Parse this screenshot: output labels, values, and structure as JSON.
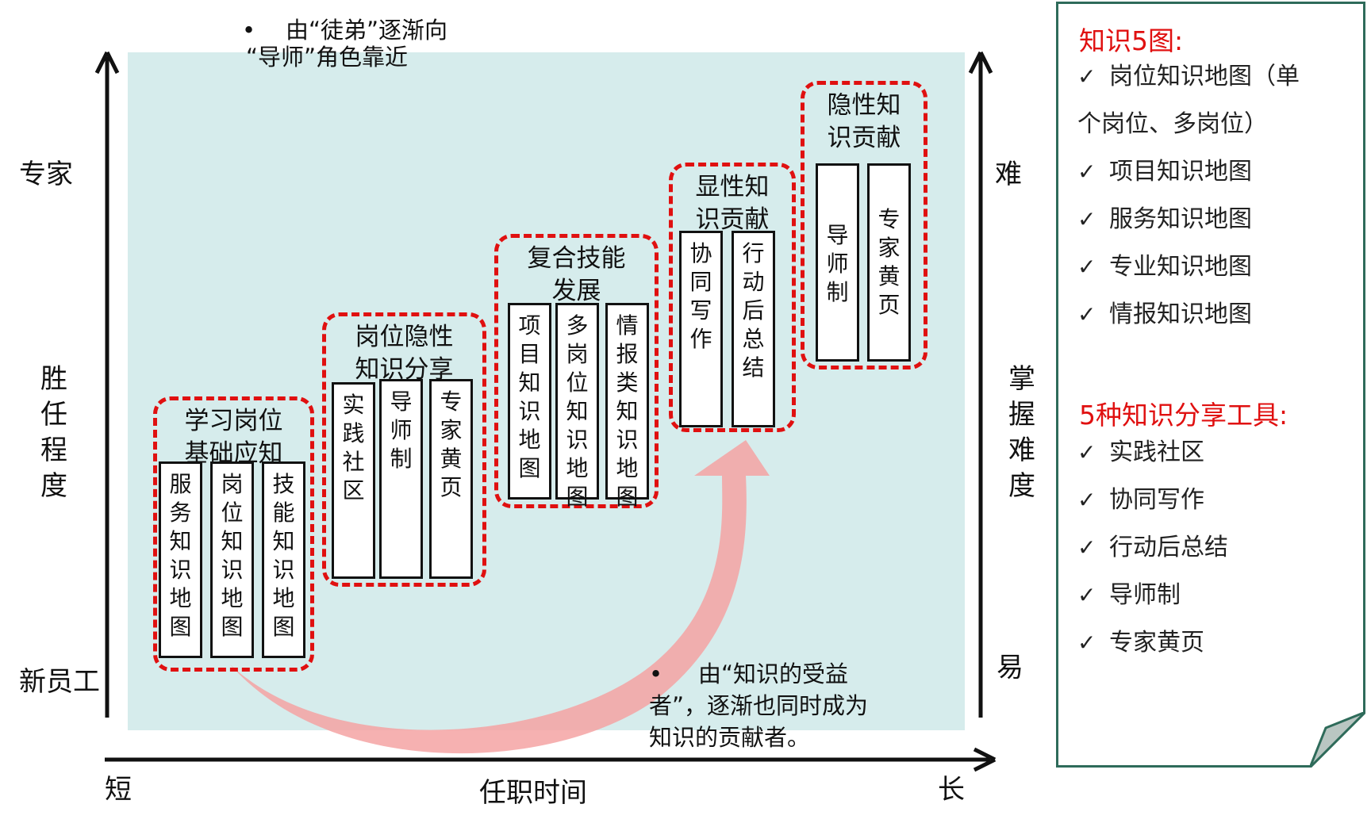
{
  "colors": {
    "panel": "#d6ecec",
    "dashed_border": "#e01010",
    "legend_border": "#2e6b5a",
    "arrow": "#f4a3a3",
    "legend_heading": "#e01010"
  },
  "axes": {
    "y_top": "专家",
    "y_mid": "胜任程度",
    "y_bottom": "新员工",
    "x_left": "短",
    "x_mid": "任职时间",
    "x_right": "长",
    "r_top": "难",
    "r_mid": "掌握难度",
    "r_bottom": "易"
  },
  "notes": {
    "top_bullet": "•",
    "top_line1": "由“徒弟”逐渐向",
    "top_line2": "“导师”角色靠近",
    "bottom_bullet": "•",
    "bottom_line1": "由“知识的受益",
    "bottom_line2": "者”，逐渐也同时成为",
    "bottom_line3": "知识的贡献者。"
  },
  "groups": [
    {
      "title": "学习岗位基础应知",
      "cards": [
        "服务知识地图",
        "岗位知识地图",
        "技能知识地图"
      ]
    },
    {
      "title": "岗位隐性知识分享",
      "cards": [
        "实践社区",
        "导师制",
        "专家黄页"
      ]
    },
    {
      "title": "复合技能发展",
      "cards": [
        "项目知识地图",
        "多岗位知识地图",
        "情报类知识地图"
      ]
    },
    {
      "title": "显性知识贡献",
      "cards": [
        "协同写作",
        "行动后总结"
      ]
    },
    {
      "title": "隐性知识贡献",
      "cards": [
        "导师制",
        "专家黄页"
      ]
    }
  ],
  "legend": {
    "heading1": "知识5图:",
    "maps": [
      "岗位知识地图（单",
      "个岗位、多岗位）",
      "项目知识地图",
      "服务知识地图",
      "专业知识地图",
      "情报知识地图"
    ],
    "heading2": "5种知识分享工具:",
    "tools": [
      "实践社区",
      "协同写作",
      "行动后总结",
      "导师制",
      "专家黄页"
    ],
    "check": "✓"
  }
}
